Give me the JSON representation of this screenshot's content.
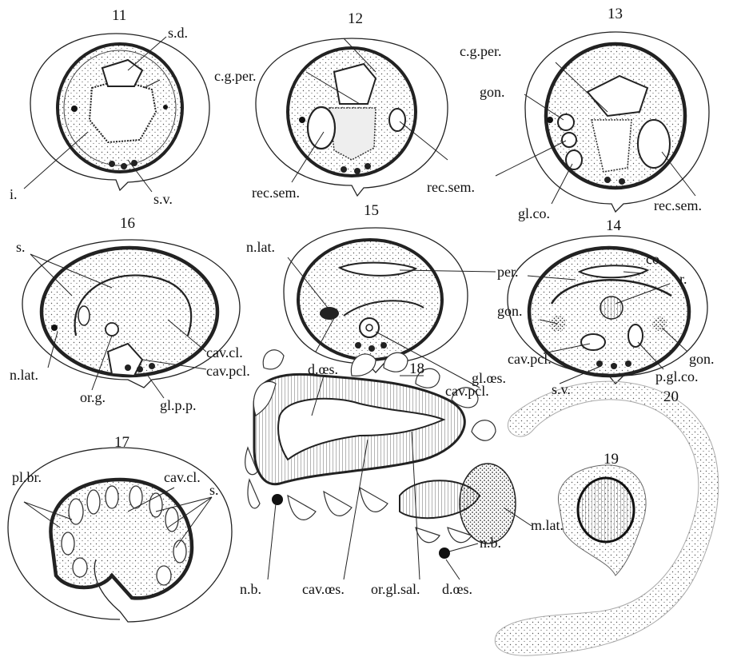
{
  "figures": {
    "f11": "11",
    "f12": "12",
    "f13": "13",
    "f14": "14",
    "f15": "15",
    "f16": "16",
    "f17": "17",
    "f18": "18",
    "f19": "19",
    "f20": "20"
  },
  "labels": {
    "sd": "s.d.",
    "cgper12": "c.g.per.",
    "cgper13": "c.g.per.",
    "gon13": "gon.",
    "i": "i.",
    "sv11": "s.v.",
    "recsem12": "rec.sem.",
    "recsem13a": "rec.sem.",
    "recsem13b": "rec.sem.",
    "glco": "gl.co.",
    "s16": "s.",
    "nlat15": "n.lat.",
    "per": "per.",
    "co": "co.",
    "r": "r.",
    "gon14a": "gon.",
    "gon14b": "gon.",
    "cavcl16": "cav.cl.",
    "cavpcl16": "cav.pcl.",
    "cavpcl15": "cav.pcl.",
    "cavpcl14": "cav.pcl.",
    "nlat16": "n.lat.",
    "org": "or.g.",
    "glpp": "gl.p.p.",
    "pglco": "p.gl.co.",
    "sv14": "s.v.",
    "does18a": "d.œs.",
    "gloes": "gl.œs.",
    "plbr": "pl.br.",
    "cavcl17": "cav.cl.",
    "s17": "s.",
    "mlat": "m.lat.",
    "nb18a": "n.b.",
    "nb18b": "n.b.",
    "cavoes": "cav.œs.",
    "orglsal": "or.gl.sal.",
    "does18b": "d.œs."
  }
}
